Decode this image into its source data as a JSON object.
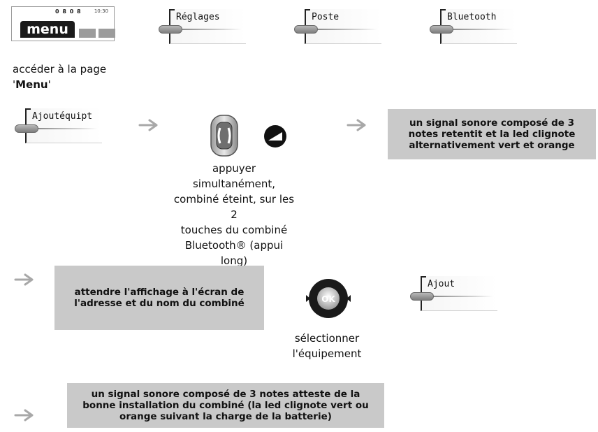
{
  "phone": {
    "status_icons": "0 8 0 8",
    "time": "10:30",
    "menu_label": "menu"
  },
  "keys": {
    "reglages": "Réglages",
    "poste": "Poste",
    "bluetooth": "Bluetooth",
    "ajoutequipt": "Ajoutéquipt",
    "ajout": "Ajout"
  },
  "texts": {
    "access_prefix": "accéder à la page",
    "access_quote_open": "'",
    "access_menu": "Menu",
    "access_quote_close": "'",
    "press_line1": "appuyer simultanément,",
    "press_line2": "combiné éteint, sur les 2",
    "press_line3": "touches du combiné",
    "press_line4": "Bluetooth® (appui long)",
    "select_line1": "sélectionner",
    "select_line2": "l'équipement"
  },
  "boxes": {
    "signal_line1": "un signal sonore composé de 3",
    "signal_line2": "notes retentit et la led clignote",
    "signal_line3": "alternativement vert et orange",
    "wait_line1": "attendre l'affichage à l'écran de",
    "wait_line2": "l'adresse et du nom du combiné",
    "final_line1": "un signal sonore composé de 3 notes atteste de la",
    "final_line2": "bonne installation du combiné (la led clignote vert ou",
    "final_line3": "orange suivant la charge de la batterie)"
  },
  "icons": {
    "handset_keys": "handset-keys-icon",
    "half_circle": "half-circle-icon",
    "ok_navigator": "ok-navigator-icon",
    "ok_label": "OK",
    "arrow": "right-arrow-icon"
  }
}
